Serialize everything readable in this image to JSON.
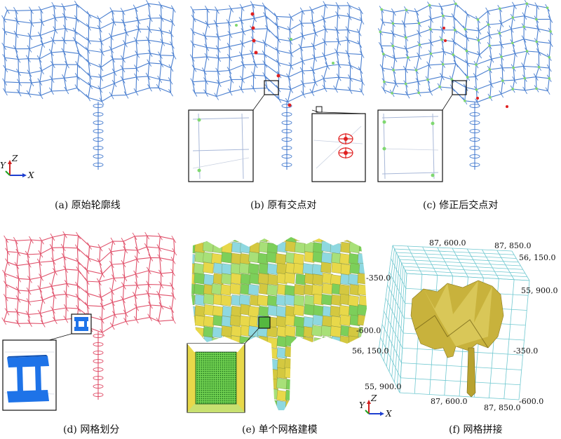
{
  "panels": [
    {
      "id": "a",
      "caption": "(a) 原始轮廓线"
    },
    {
      "id": "b",
      "caption": "(b) 原有交点对"
    },
    {
      "id": "c",
      "caption": "(c) 修正后交点对"
    },
    {
      "id": "d",
      "caption": "(d) 网格划分"
    },
    {
      "id": "e",
      "caption": "(e) 单个网格建模"
    },
    {
      "id": "f",
      "caption": "(f) 网格拼接"
    }
  ],
  "axes": {
    "x": "X",
    "y": "Y",
    "z": "Z"
  },
  "panel_f_ticks": {
    "t1": "87, 600.0",
    "t2": "87, 850.0",
    "t3": "56, 150.0",
    "t4": "55, 900.0",
    "t5": "-350.0",
    "t6": "-600.0",
    "t7": "56, 150.0",
    "t8": "-350.0",
    "t9": "55, 900.0",
    "t10": "87, 600.0",
    "t11": "87, 850.0",
    "t12": "-600.0"
  },
  "colors": {
    "wire_blue": "#4a7fd0",
    "wire_red": "#e0506a",
    "intersection_green": "#7fd870",
    "intersection_red": "#e02020",
    "mesh_yellow": "#e8d84a",
    "mesh_green": "#7ccf5a",
    "mesh_cyan": "#8ed8e0",
    "block_blue": "#1e73e8",
    "surface_gold": "#c8b23c",
    "grid_cyan": "#70c8d0"
  }
}
